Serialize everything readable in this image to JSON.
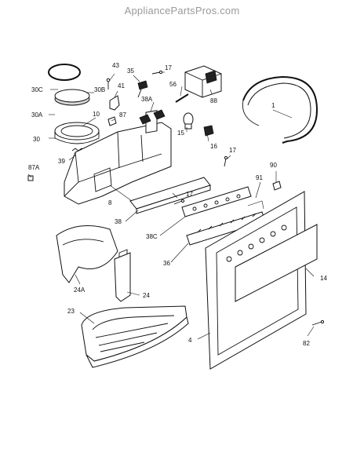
{
  "watermark": "AppliancePartsPros.com",
  "labels": {
    "p1": "1",
    "p4": "4",
    "p8": "8",
    "p10": "10",
    "p14": "14",
    "p15": "15",
    "p16": "16",
    "p17a": "17",
    "p17b": "17",
    "p17c": "17",
    "p23": "23",
    "p24": "24",
    "p24A": "24A",
    "p30": "30",
    "p30A": "30A",
    "p30B": "30B",
    "p30C": "30C",
    "p35": "35",
    "p36": "36",
    "p38": "38",
    "p38A": "38A",
    "p38C": "38C",
    "p39": "39",
    "p41": "41",
    "p43": "43",
    "p56": "56",
    "p82": "82",
    "p87": "87",
    "p87A": "87A",
    "p88": "88",
    "p90": "90",
    "p91": "91"
  }
}
